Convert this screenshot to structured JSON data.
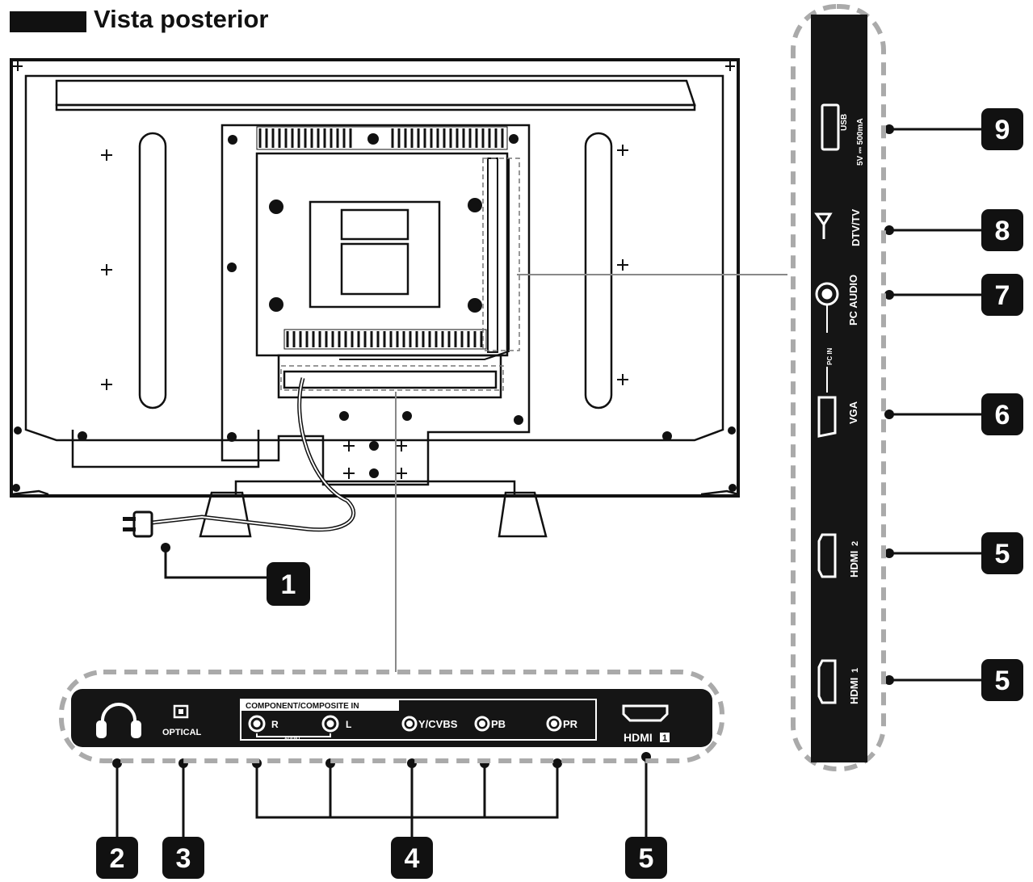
{
  "title": "Vista posterior",
  "bottom_panel": {
    "optical": "OPTICAL",
    "component_header": "COMPONENT/COMPOSITE IN",
    "audio_r": "R",
    "audio_small": "AUDIO",
    "audio_l": "L",
    "y_cvbs": "Y/CVBS",
    "pb": "PB",
    "pr": "PR",
    "hdmi": "HDMI",
    "hdmi_num": "1"
  },
  "side_panel": {
    "usb": "USB",
    "usb_rating": "5V ⎓ 500mA",
    "dtv_tv": "DTV/TV",
    "pc_audio": "PC  AUDIO",
    "pc_in": "PC IN",
    "vga": "VGA",
    "hdmi_top": "HDMI",
    "hdmi_top_num": "2",
    "hdmi_bottom": "HDMI",
    "hdmi_bottom_num": "1"
  },
  "callouts": {
    "c1": "1",
    "c2": "2",
    "c3": "3",
    "c4": "4",
    "c5_bottom": "5",
    "c5_side_a": "5",
    "c5_side_b": "5",
    "c6": "6",
    "c7": "7",
    "c8": "8",
    "c9": "9"
  },
  "colors": {
    "ink": "#111111",
    "dash": "#9a9a9a",
    "panel": "#151515"
  }
}
